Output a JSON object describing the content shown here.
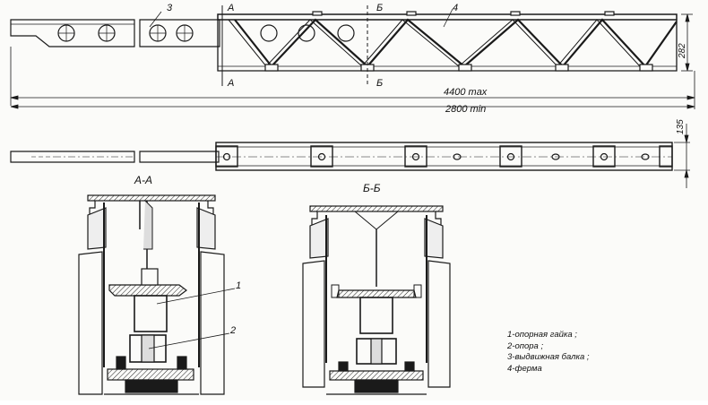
{
  "drawing": {
    "callouts": {
      "ferma": "4",
      "balka": "3",
      "gaika": "1",
      "opora": "2"
    },
    "sections": {
      "a": "А",
      "b": "Б",
      "a_title": "А-А",
      "b_title": "Б-Б"
    },
    "dimensions": {
      "max_length": "4400 max",
      "min_length": "2800 min",
      "truss_height": "282",
      "beam_width": "135"
    }
  },
  "legend": [
    "1-опорная гайка ;",
    "2-опора ;",
    "3-выдвижная балка ;",
    "4-ферма"
  ]
}
